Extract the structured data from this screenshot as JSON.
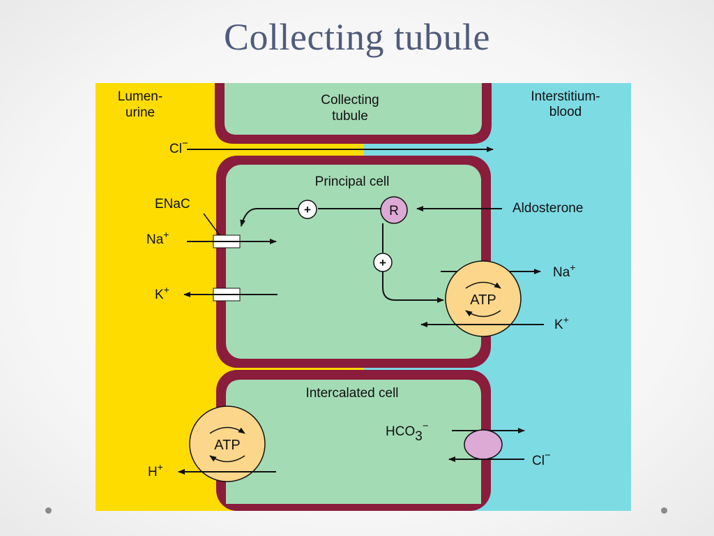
{
  "slide": {
    "title": "Collecting tubule"
  },
  "colors": {
    "lumen": "#ffdc00",
    "interstitium": "#7ddbe4",
    "cell": "#a3dbb5",
    "membrane": "#8a1c3c",
    "atp": "#fcd68a",
    "receptor": "#dda9d5",
    "exchanger": "#dda9d5"
  },
  "regions": {
    "lumen": {
      "line1": "Lumen-",
      "line2": "urine"
    },
    "tubule": {
      "line1": "Collecting",
      "line2": "tubule"
    },
    "interstitium": {
      "line1": "Interstitium-",
      "line2": "blood"
    }
  },
  "top_flow": {
    "ion": "Cl",
    "charge": "−"
  },
  "principal": {
    "title": "Principal cell",
    "enac": "ENaC",
    "na_in": {
      "ion": "Na",
      "charge": "+"
    },
    "k_out": {
      "ion": "K",
      "charge": "+"
    },
    "receptor": "R",
    "plus_top": "+",
    "plus_mid": "+",
    "hormone": "Aldosterone",
    "pump": "ATP",
    "na_out": {
      "ion": "Na",
      "charge": "+"
    },
    "k_in": {
      "ion": "K",
      "charge": "+"
    }
  },
  "intercalated": {
    "title": "Intercalated cell",
    "pump": "ATP",
    "h_out": {
      "ion": "H",
      "charge": "+"
    },
    "hco3": {
      "ion": "HCO",
      "sub": "3",
      "charge": "−"
    },
    "cl_in": {
      "ion": "Cl",
      "charge": "−"
    }
  }
}
